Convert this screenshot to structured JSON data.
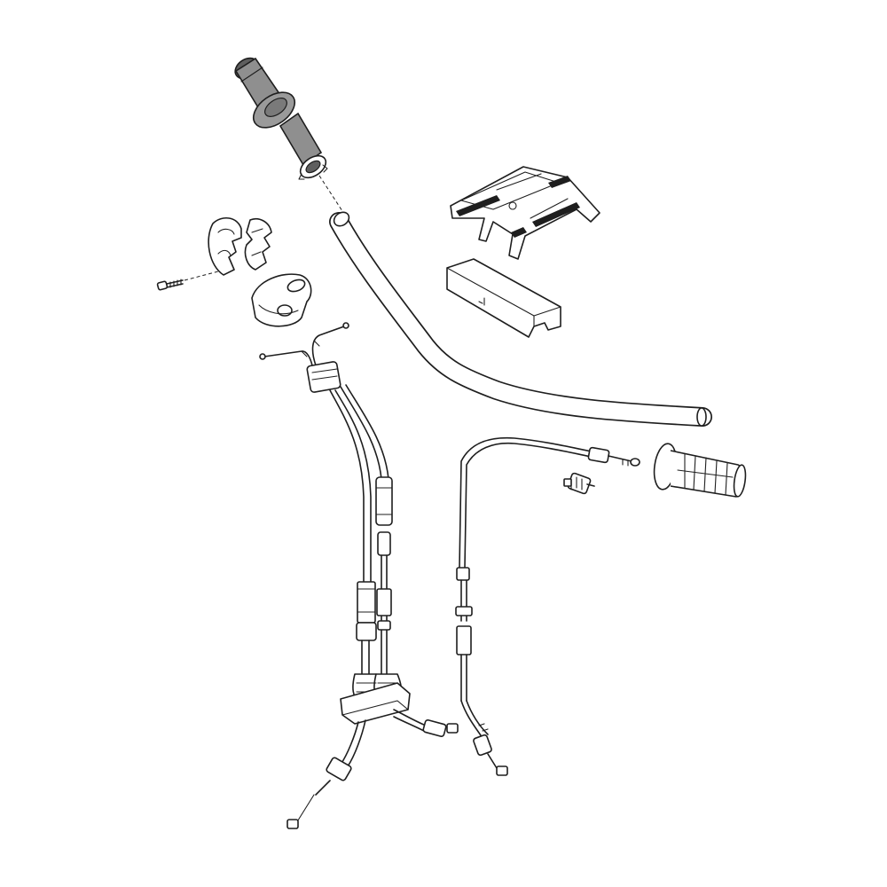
{
  "diagram": {
    "background": "#ffffff",
    "line_color": "#1e1e1e",
    "highlight_fill": "#8f8f8f",
    "highlight_dark": "#5e5e5e",
    "parts": [
      {
        "name": "throttle-grip",
        "highlighted": true
      },
      {
        "name": "handlebar",
        "highlighted": false
      },
      {
        "name": "handlebar-pad-cover",
        "highlighted": false
      },
      {
        "name": "handlebar-pad-foam",
        "highlighted": false
      },
      {
        "name": "throttle-housing-halves",
        "highlighted": false
      },
      {
        "name": "throttle-housing-cover",
        "highlighted": false
      },
      {
        "name": "housing-screw",
        "highlighted": false
      },
      {
        "name": "throttle-cables",
        "highlighted": false
      },
      {
        "name": "clutch-cable",
        "highlighted": false
      },
      {
        "name": "cable-adjuster",
        "highlighted": false
      },
      {
        "name": "left-grip",
        "highlighted": false
      }
    ]
  }
}
